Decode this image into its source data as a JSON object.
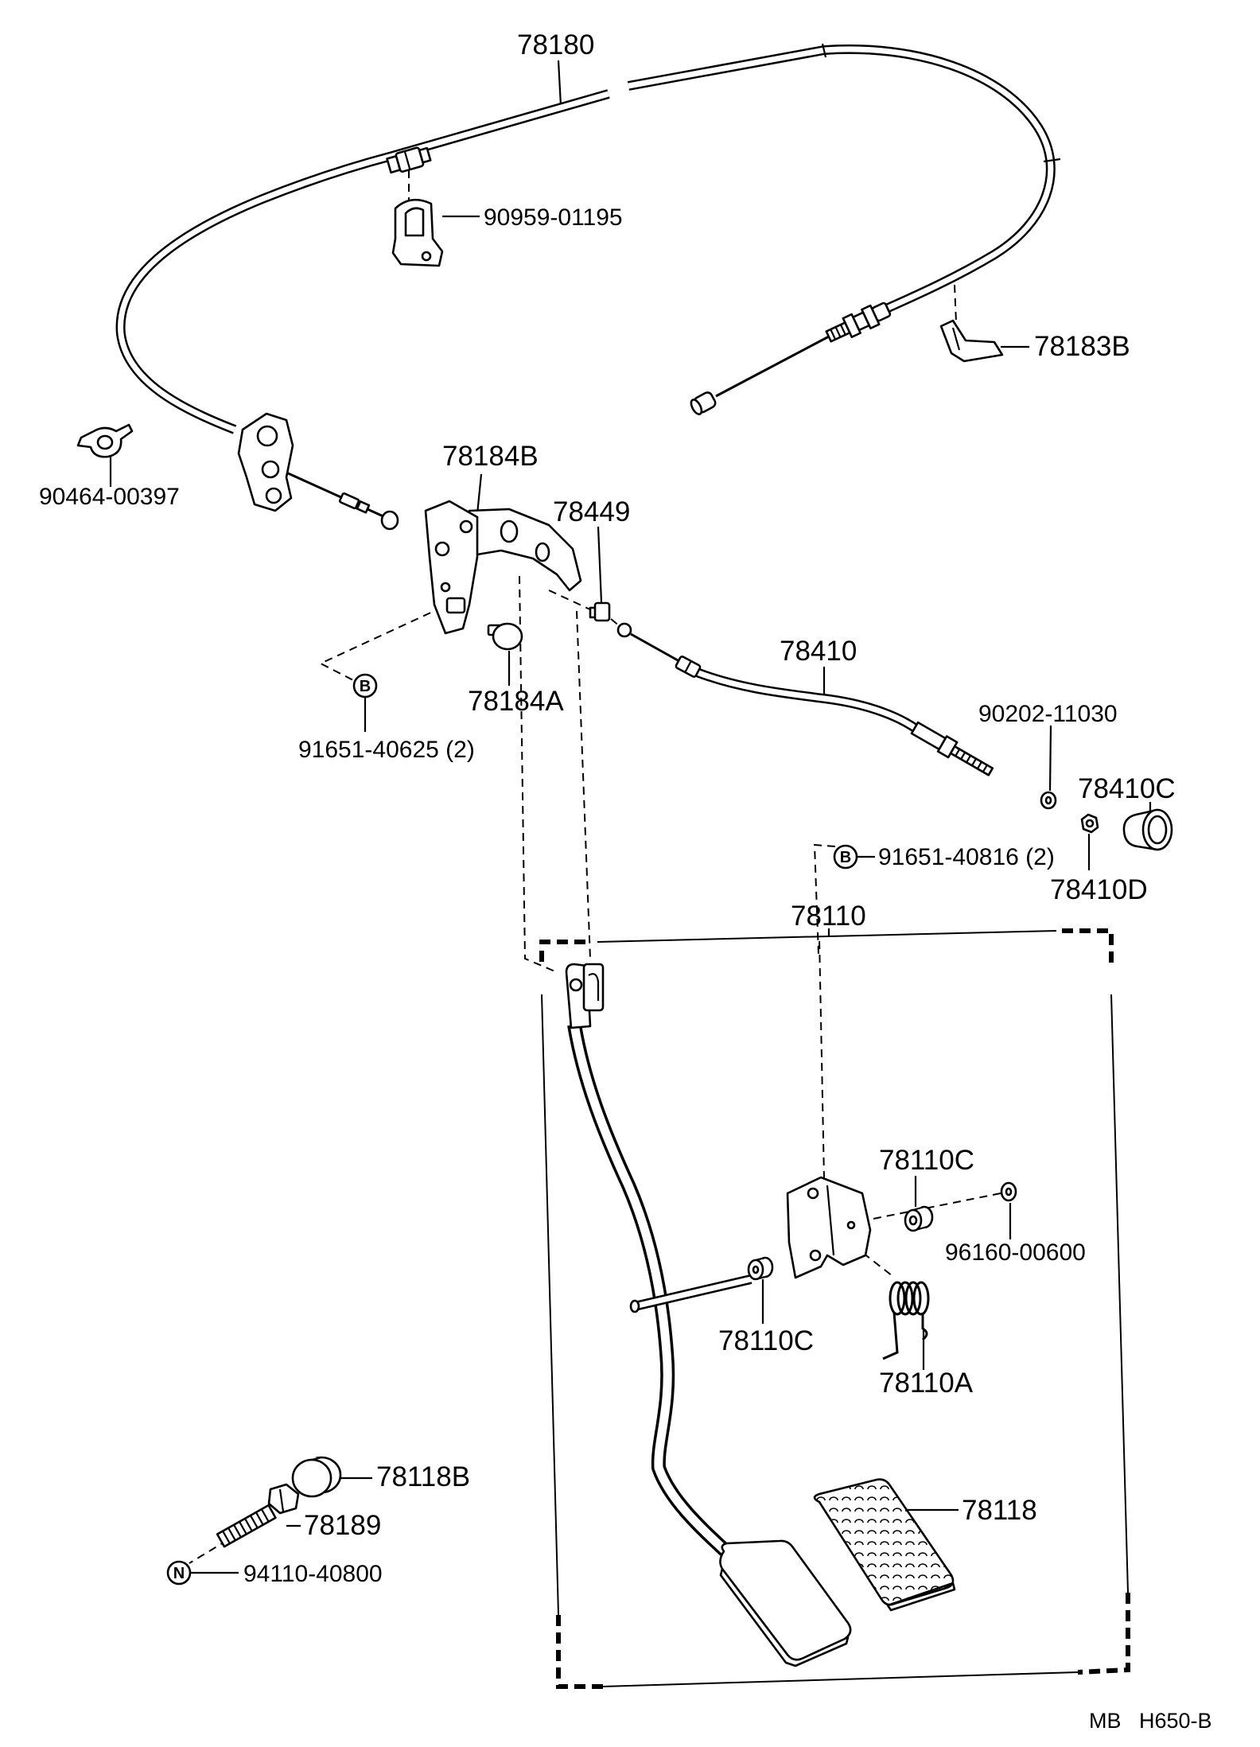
{
  "parts": {
    "accelerator_cable": "78180",
    "cable_clamp": "90959-01195",
    "cable_clamp_bracket": "78183B",
    "cable_clip": "90464-00397",
    "pedal_bracket": "78184B",
    "bushing": "78449",
    "control_cable": "78410",
    "washer_90202": "90202-11030",
    "knob": "78410C",
    "bolt_left": "91651-40625 (2)",
    "stopper": "78184A",
    "bolt_right": "91651-40816 (2)",
    "nut_78410D": "78410D",
    "pedal_assembly": "78110",
    "bushing_upper": "78110C",
    "washer_96160": "96160-00600",
    "bushing_lower": "78110C",
    "spring": "78110A",
    "stopper_cap": "78118B",
    "stopper_bolt": "78189",
    "pedal_pad": "78118",
    "nut_94110": "94110-40800"
  },
  "markers": {
    "bolt_left": "B",
    "bolt_right": "B",
    "nut": "N"
  },
  "footer": {
    "model": "MB",
    "figure": "H650-B"
  }
}
